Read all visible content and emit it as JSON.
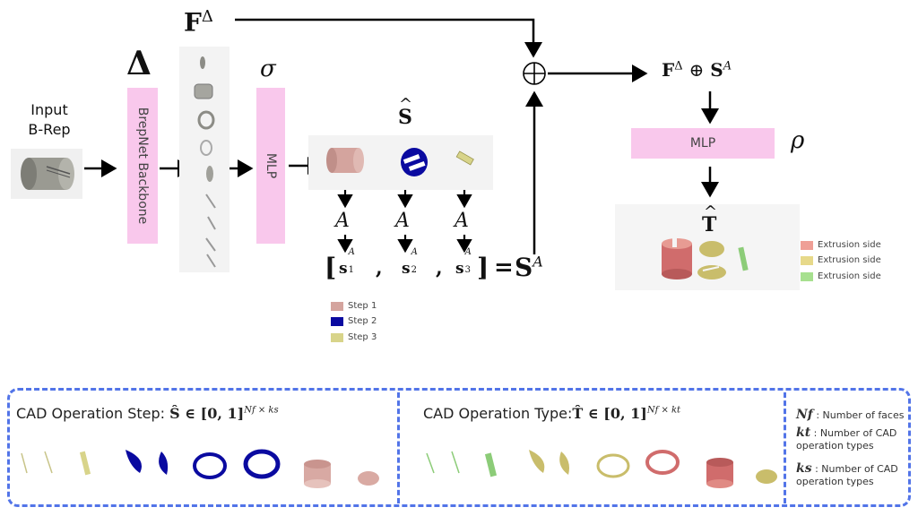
{
  "input": {
    "line1": "Input",
    "line2": "B-Rep"
  },
  "delta_symbol": "Δ",
  "f_delta": {
    "base": "F",
    "sup": "Δ"
  },
  "backbone_label": "BrepNet Backbone",
  "sigma": "σ",
  "mlp_label": "MLP",
  "rho": "ρ",
  "s_hat": "S",
  "t_hat": "T",
  "a_symbol": "A",
  "plus_symbol": "⊕",
  "output_top": {
    "f": "F",
    "f_sup": "Δ",
    "oplus": "⊕",
    "s": "S",
    "s_sup": "A"
  },
  "step_vector": {
    "open": "[",
    "items": [
      {
        "base": "s",
        "sub": "1",
        "sup": "A"
      },
      {
        "base": "s",
        "sub": "2",
        "sup": "A"
      },
      {
        "base": "s",
        "sub": "3",
        "sup": "A"
      }
    ],
    "comma": ",",
    "close": "]",
    "equals": "=",
    "result": "S",
    "result_sup": "A"
  },
  "step_legend": [
    {
      "label": "Step 1",
      "color": "#d4a49e"
    },
    {
      "label": "Step 2",
      "color": "#0a0aa0"
    },
    {
      "label": "Step 3",
      "color": "#d8d48a"
    }
  ],
  "type_legend": [
    {
      "label": "Extrusion side",
      "color": "#ef9f96"
    },
    {
      "label": "Extrusion side",
      "color": "#e7d98a"
    },
    {
      "label": "Extrusion side",
      "color": "#a7e08f"
    }
  ],
  "panel_left": {
    "title": "CAD Operation Step: ",
    "math": "Ŝ ∈ [0, 1]",
    "sup": "Nf × ks"
  },
  "panel_right": {
    "title": "CAD Operation Type:",
    "math": "T̂ ∈ [0, 1]",
    "sup": "Nf × kt"
  },
  "notes": [
    {
      "sym": "Nf",
      "text": ": Number of faces"
    },
    {
      "sym": "kt",
      "text": ": Number of CAD operation types"
    },
    {
      "sym": "ks",
      "text": ": Number of CAD operation types"
    }
  ],
  "colors": {
    "pink": "#f9c8ec",
    "dashed_blue": "#5274e8",
    "step1": "#d4a49e",
    "step2": "#0a0aa0",
    "step3": "#d8d48a",
    "type_red": "#d06c6c",
    "type_yellow": "#c9bd6b",
    "type_green": "#8ccc78"
  }
}
